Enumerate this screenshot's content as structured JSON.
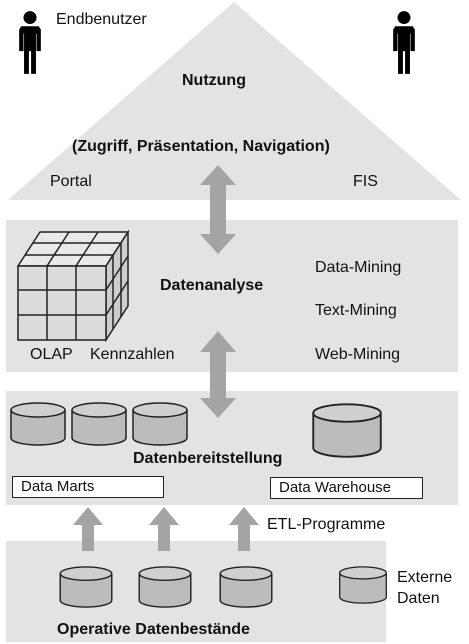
{
  "top": {
    "endbenutzer": "Endbenutzer",
    "title": "Nutzung",
    "subtitle": "(Zugriff, Präsentation, Navigation)",
    "left": "Portal",
    "right": "FIS"
  },
  "analysis": {
    "title": "Datenanalyse",
    "olap": "OLAP",
    "kennzahlen": "Kennzahlen",
    "methods": [
      "Data-Mining",
      "Text-Mining",
      "Web-Mining"
    ]
  },
  "provision": {
    "title": "Datenbereitstellung",
    "marts": "Data Marts",
    "warehouse": "Data Warehouse"
  },
  "etl": "ETL-Programme",
  "operative": {
    "title": "Operative Datenbestände",
    "external_line1": "Externe",
    "external_line2": "Daten"
  },
  "colors": {
    "layer": "#e3e3e3",
    "arrow": "#a4a4a4",
    "cylinder": "#bcbcbc",
    "cube": "#dcdcdc",
    "person": "#000000"
  },
  "icons": [
    "person-icon",
    "cube-icon",
    "cylinder-icon",
    "arrow-icon"
  ]
}
